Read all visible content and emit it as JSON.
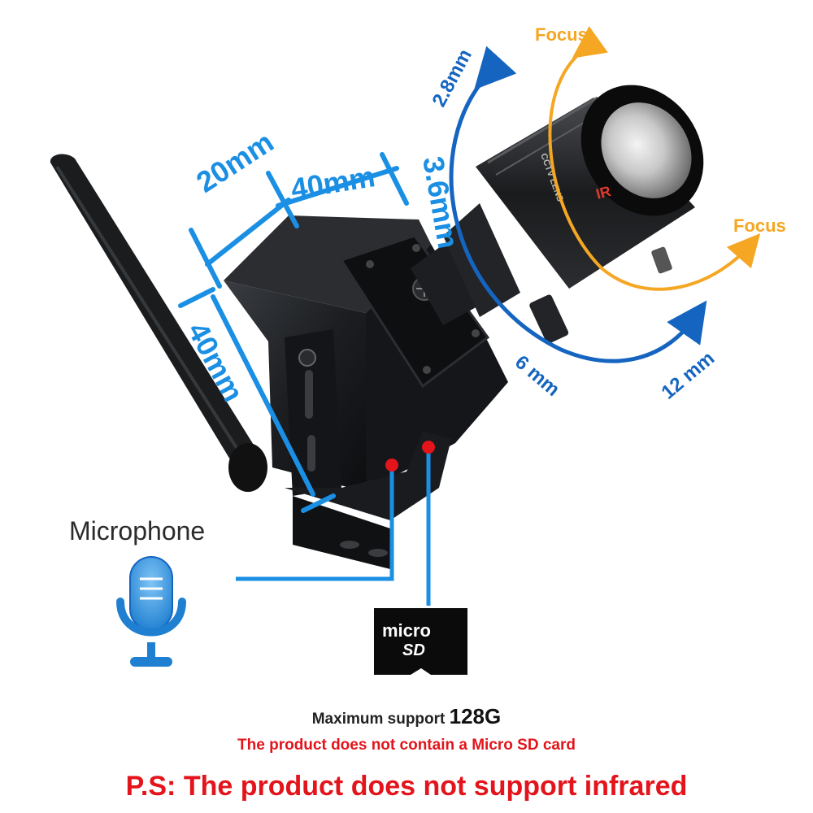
{
  "dimensions": {
    "depth": "20mm",
    "width": "40mm",
    "height": "40mm",
    "lens_length": "3.6mm"
  },
  "lens": {
    "min_focal": "2.8mm",
    "mid_focal": "6 mm",
    "max_focal": "12 mm",
    "focus_top": "Focus",
    "focus_right": "Focus",
    "marking_1": "CCTV LENS",
    "marking_2": "IR"
  },
  "microphone": {
    "label": "Microphone"
  },
  "sd_card": {
    "line1": "micro",
    "line2": "SD"
  },
  "captions": {
    "max_prefix": "Maximum support",
    "max_value": "128G",
    "no_card": "The product does not contain a Micro SD card",
    "no_infrared": "P.S: The product does not support infrared"
  },
  "colors": {
    "dimension_blue": "#1a8fe3",
    "zoom_blue": "#1565c0",
    "focus_orange": "#f5a623",
    "warning_red": "#e3141b"
  }
}
